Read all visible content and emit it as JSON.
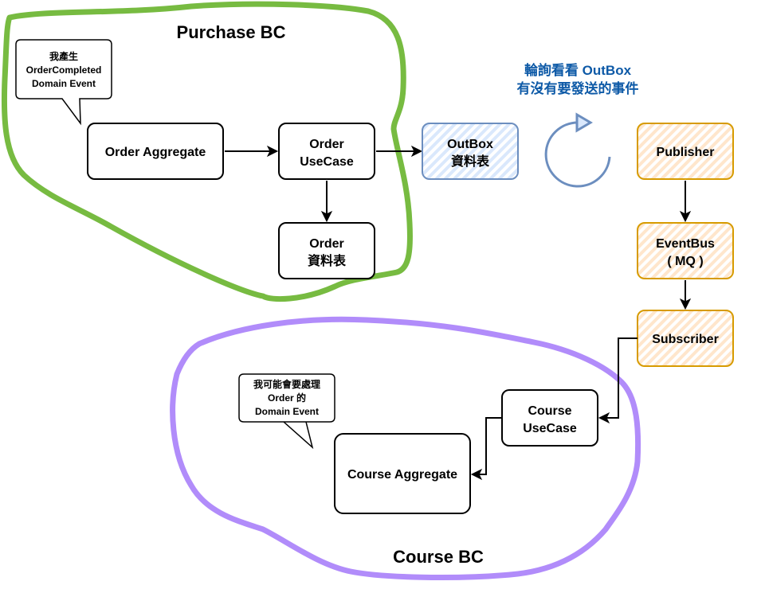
{
  "colors": {
    "purchase_outline": "#77bb41",
    "course_outline": "#b18cfa",
    "outbox_stroke": "#6c8ebf",
    "outbox_hatch": "#dae8fc",
    "mq_stroke": "#d79b00",
    "mq_hatch": "#ffe6cc",
    "note_text": "#0e5aa7",
    "loop_stroke": "#6c8ebf",
    "loop_arrow_fill": "#dae8fc"
  },
  "purchase_bc": {
    "title": "Purchase BC",
    "callout": {
      "lines": [
        "我產生",
        "OrderCompleted",
        "Domain Event"
      ]
    },
    "nodes": {
      "order_aggregate": {
        "lines": [
          "Order Aggregate"
        ]
      },
      "order_usecase": {
        "lines": [
          "Order",
          "UseCase"
        ]
      },
      "order_table": {
        "lines": [
          "Order",
          "資料表"
        ]
      }
    }
  },
  "outbox": {
    "lines": [
      "OutBox",
      "資料表"
    ]
  },
  "polling_note": {
    "lines": [
      "輪詢看看 OutBox",
      "有沒有要發送的事件"
    ]
  },
  "loop_icon": "refresh-loop-icon",
  "messaging": {
    "publisher": {
      "lines": [
        "Publisher"
      ]
    },
    "eventbus": {
      "lines": [
        "EventBus",
        "( MQ )"
      ]
    },
    "subscriber": {
      "lines": [
        "Subscriber"
      ]
    }
  },
  "course_bc": {
    "title": "Course BC",
    "callout": {
      "lines": [
        "我可能會要處理",
        "Order 的",
        "Domain Event"
      ]
    },
    "nodes": {
      "course_usecase": {
        "lines": [
          "Course",
          "UseCase"
        ]
      },
      "course_aggregate": {
        "lines": [
          "Course Aggregate"
        ]
      }
    }
  }
}
